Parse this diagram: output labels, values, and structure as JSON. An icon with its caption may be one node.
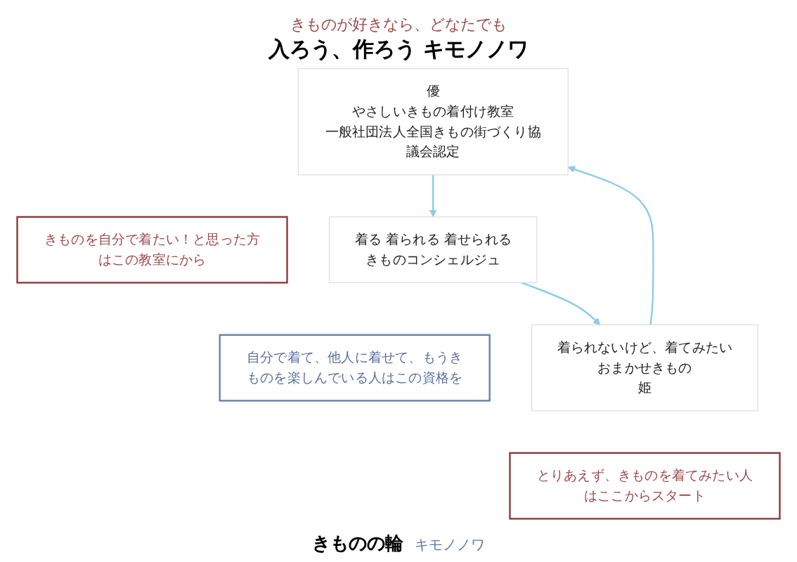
{
  "diagram": {
    "title": "入ろう、作ろう キモノノワ",
    "nodes": [
      {
        "text": [
          "優",
          "やさしいきもの着付け教室",
          "一般社団法人全国きもの街づくり協議会認定"
        ]
      },
      {
        "text": [
          "きものを自分で着たい！と思った方はこの教室にから"
        ]
      },
      {
        "text": [
          "着る 着られる 着せられる",
          "きものコンシェルジュ"
        ]
      },
      {
        "text": [
          "自分で着て、他人に着せて、もうきものを楽しんでいる人はこの資格を"
        ]
      },
      {
        "text": [
          "着られないけど、着てみたい",
          "おまかせきもの",
          "姫"
        ]
      },
      {
        "text": [
          "とりあえず、きものを着てみたい人はここからスタート"
        ]
      }
    ],
    "edges": [
      {
        "from": 0,
        "to": 2,
        "arrow": "to"
      },
      {
        "from": 2,
        "to": 4,
        "arrow": "to"
      },
      {
        "from": 4,
        "to": 0,
        "arrow": "to"
      }
    ],
    "labels": [
      "きものが好きなら、どなたでも",
      "きものの輪",
      "キモノノワ"
    ]
  }
}
